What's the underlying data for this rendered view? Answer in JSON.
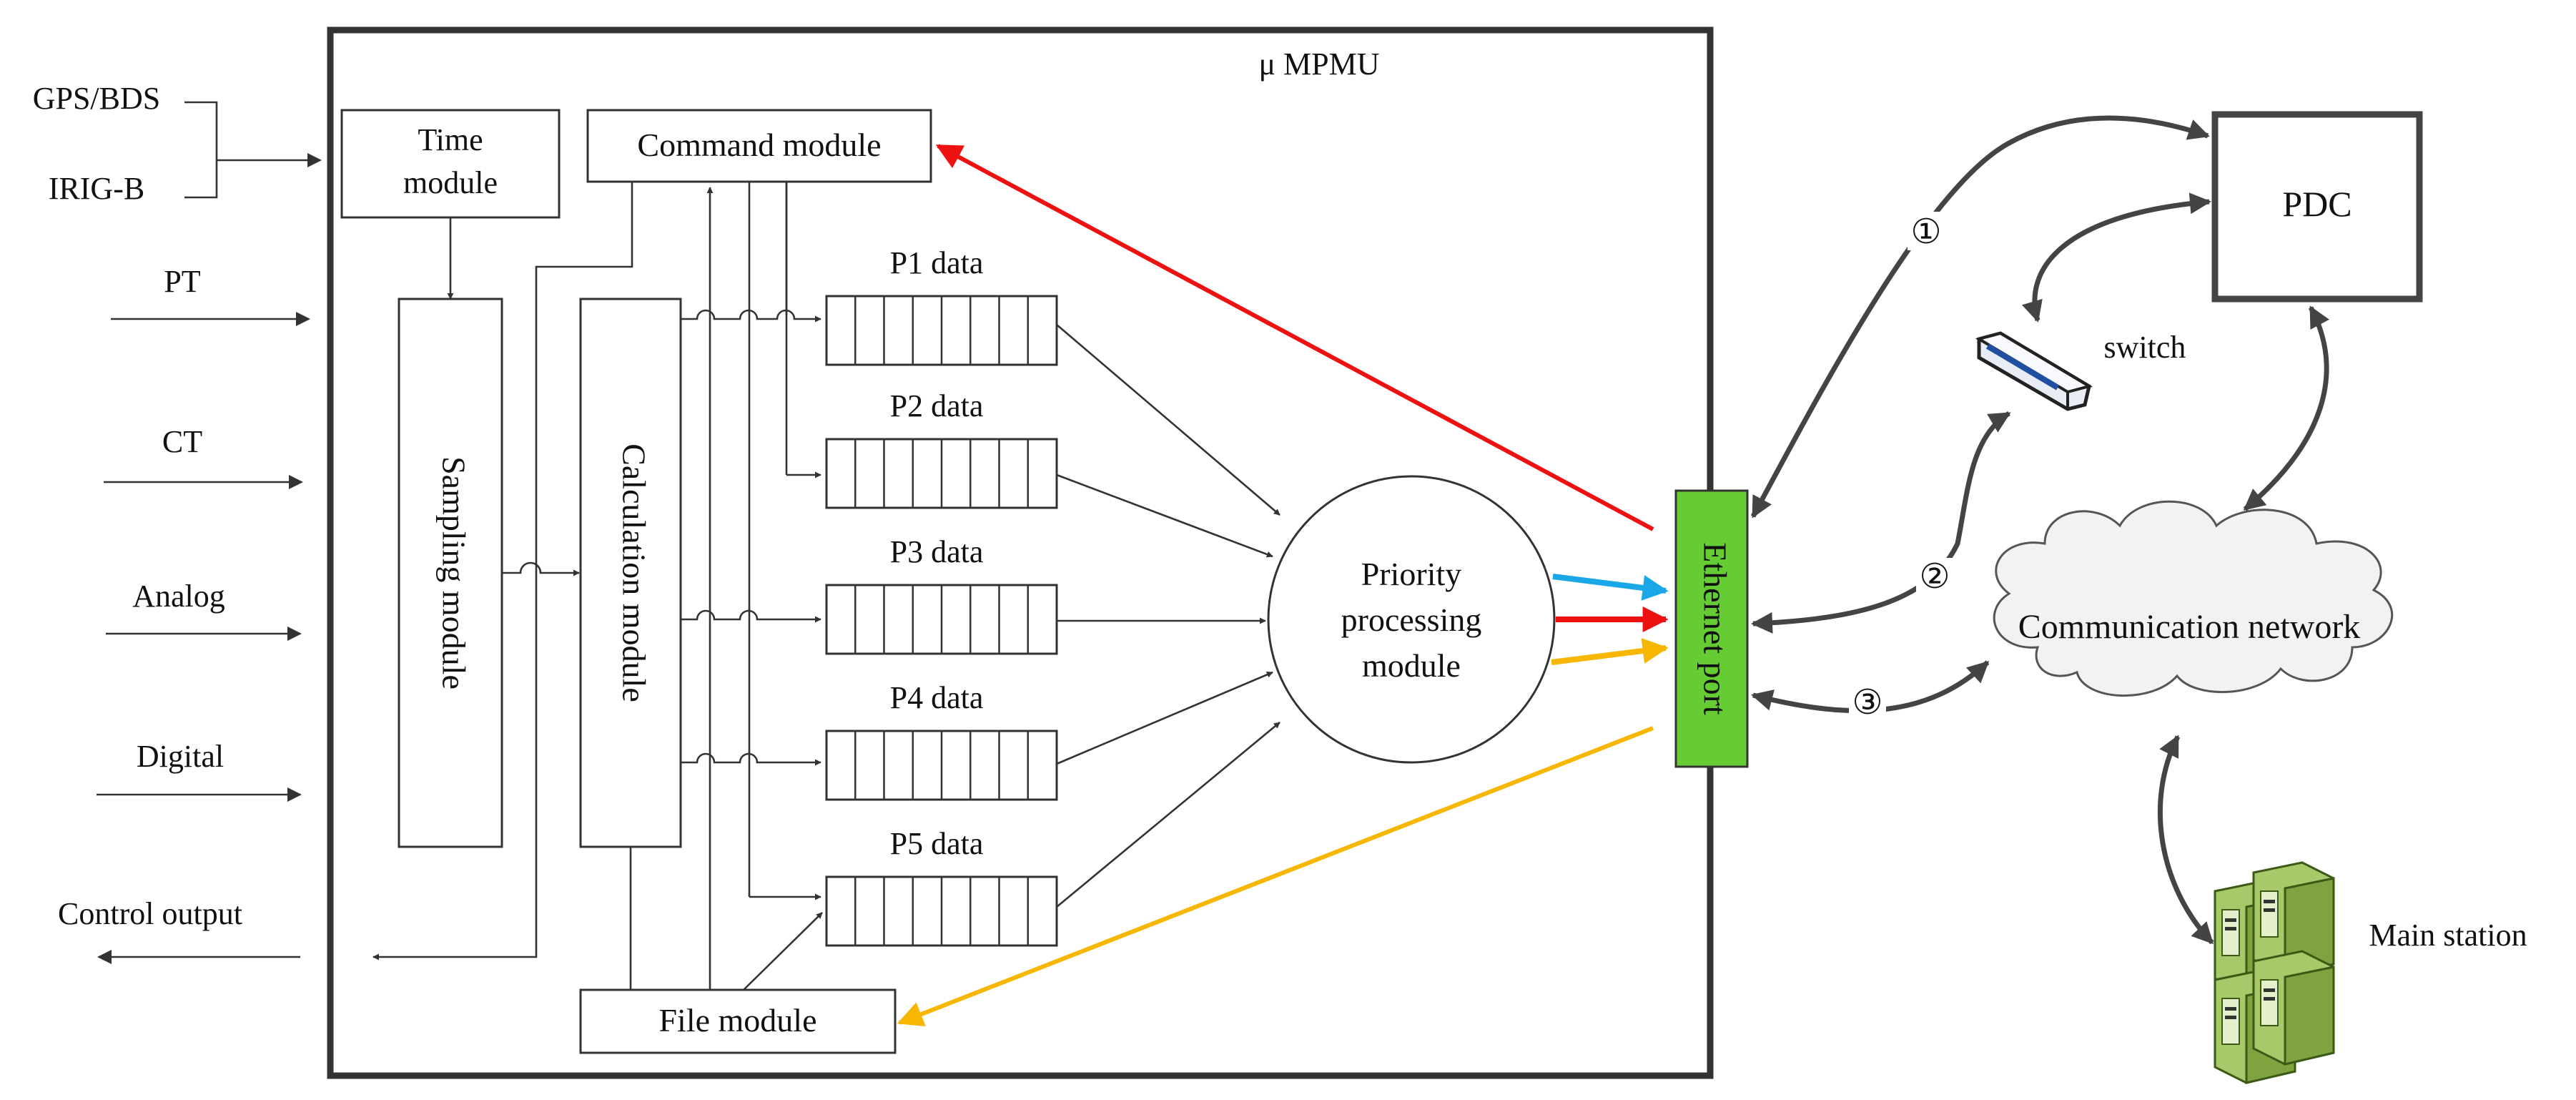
{
  "diagram": {
    "main_title": "μ MPMU",
    "inputs": {
      "gps": "GPS/BDS",
      "irig": "IRIG-B",
      "pt": "PT",
      "ct": "CT",
      "analog": "Analog",
      "digital": "Digital",
      "control_output": "Control output"
    },
    "modules": {
      "time_line1": "Time",
      "time_line2": "module",
      "command": "Command module",
      "sampling": "Sampling module",
      "calculation": "Calculation module",
      "file": "File module",
      "priority_line1": "Priority",
      "priority_line2": "processing",
      "priority_line3": "module",
      "ethernet": "Ethernet port"
    },
    "queues": [
      "P1 data",
      "P2 data",
      "P3 data",
      "P4 data",
      "P5 data"
    ],
    "external": {
      "pdc": "PDC",
      "switch": "switch",
      "network": "Communication network",
      "main_station": "Main station"
    },
    "links": {
      "link1": "①",
      "link2": "②",
      "link3": "③"
    },
    "colors": {
      "red": "#ee1111",
      "yellow": "#f7b600",
      "blue": "#1aa7e8",
      "ethernet_fill": "#66cc33",
      "server_fill": "#a8c96a"
    }
  }
}
